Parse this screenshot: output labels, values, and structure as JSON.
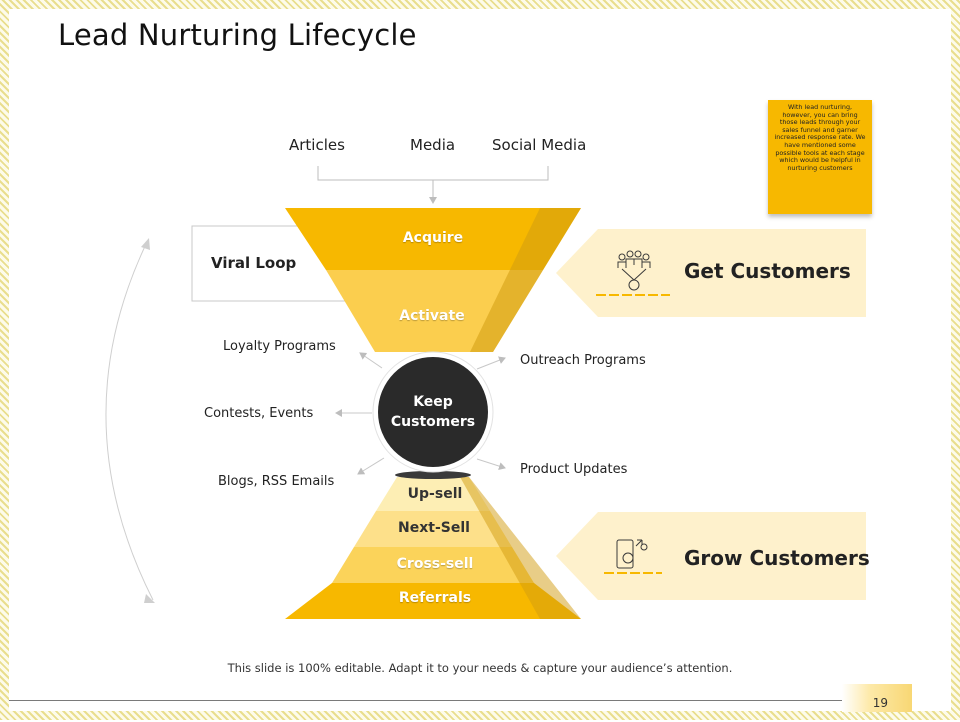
{
  "slide": {
    "title": "Lead Nurturing Lifecycle",
    "page_number": "19",
    "footer": "This slide is 100% editable. Adapt it to your needs & capture your audience’s attention."
  },
  "sources": [
    "Articles",
    "Media",
    "Social Media"
  ],
  "viral_loop": "Viral Loop",
  "funnel_top": {
    "stages": [
      "Acquire",
      "Activate"
    ]
  },
  "center": {
    "label": "Keep Customers"
  },
  "left_items": [
    "Loyalty Programs",
    "Contests, Events",
    "Blogs, RSS Emails"
  ],
  "right_items": [
    "Outreach Programs",
    "Product Updates"
  ],
  "funnel_bottom": {
    "stages": [
      "Up-sell",
      "Next-Sell",
      "Cross-sell",
      "Referrals"
    ]
  },
  "cards": {
    "get": {
      "label": "Get Customers",
      "icon": "group-icon"
    },
    "grow": {
      "label": "Grow Customers",
      "icon": "mobile-growth-icon"
    }
  },
  "note": "With lead nurturing, however, you can bring those leads through your sales funnel and garner increased response rate. We have mentioned some possible tools at each stage which would be helpful in nurturing customers",
  "colors": {
    "gold": "#f7b800",
    "light_gold": "#fbd35a",
    "card_bg": "#fef1cc",
    "circle": "#2a2a2a"
  }
}
